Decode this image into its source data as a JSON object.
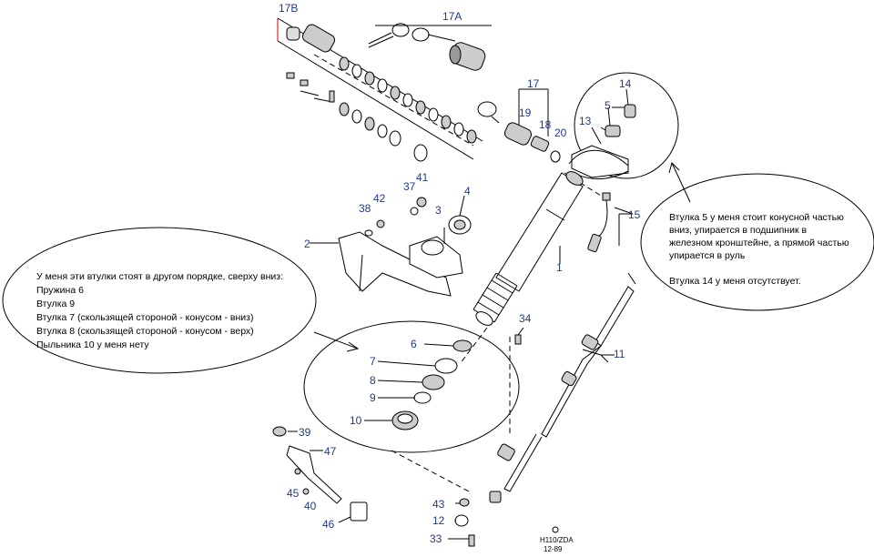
{
  "diagram": {
    "part_labels": {
      "p17b": "17В",
      "p17a": "17А",
      "p17": "17",
      "p19": "19",
      "p18": "18",
      "p20": "20",
      "p14": "14",
      "p5": "5",
      "p13": "13",
      "p15": "15",
      "p41": "41",
      "p37": "37",
      "p42": "42",
      "p38": "38",
      "p3": "3",
      "p4": "4",
      "p2": "2",
      "p1": "1",
      "p34": "34",
      "p6": "6",
      "p7": "7",
      "p8": "8",
      "p9": "9",
      "p10": "10",
      "p11": "11",
      "p39": "39",
      "p47": "47",
      "p45": "45",
      "p40": "40",
      "p46": "46",
      "p43": "43",
      "p12": "12",
      "p33": "33"
    },
    "stamp": {
      "code": "H110/ZDA",
      "date": "12-89"
    }
  },
  "left_note": {
    "lines": [
      "У меня эти втулки стоят в другом порядке, сверху вниз:",
      "Пружина 6",
      "Втулка 9",
      "Втулка 7 (скользящей стороной - конусом - вниз)",
      "Втулка 8 (скользящей стороной - конусом - верх)",
      "Пыльника 10 у меня нету"
    ]
  },
  "right_note": {
    "lines": [
      "Втулка 5 у меня стоит конусной частью",
      "вниз, упирается в подшипник в",
      "железном кронштейне, а прямой частью",
      "упирается в руль",
      "",
      "Втулка 14 у меня отсутствует."
    ]
  },
  "colors": {
    "label_blue": "#1f3a8f",
    "line": "#000000",
    "label_red": "#cc0000"
  }
}
